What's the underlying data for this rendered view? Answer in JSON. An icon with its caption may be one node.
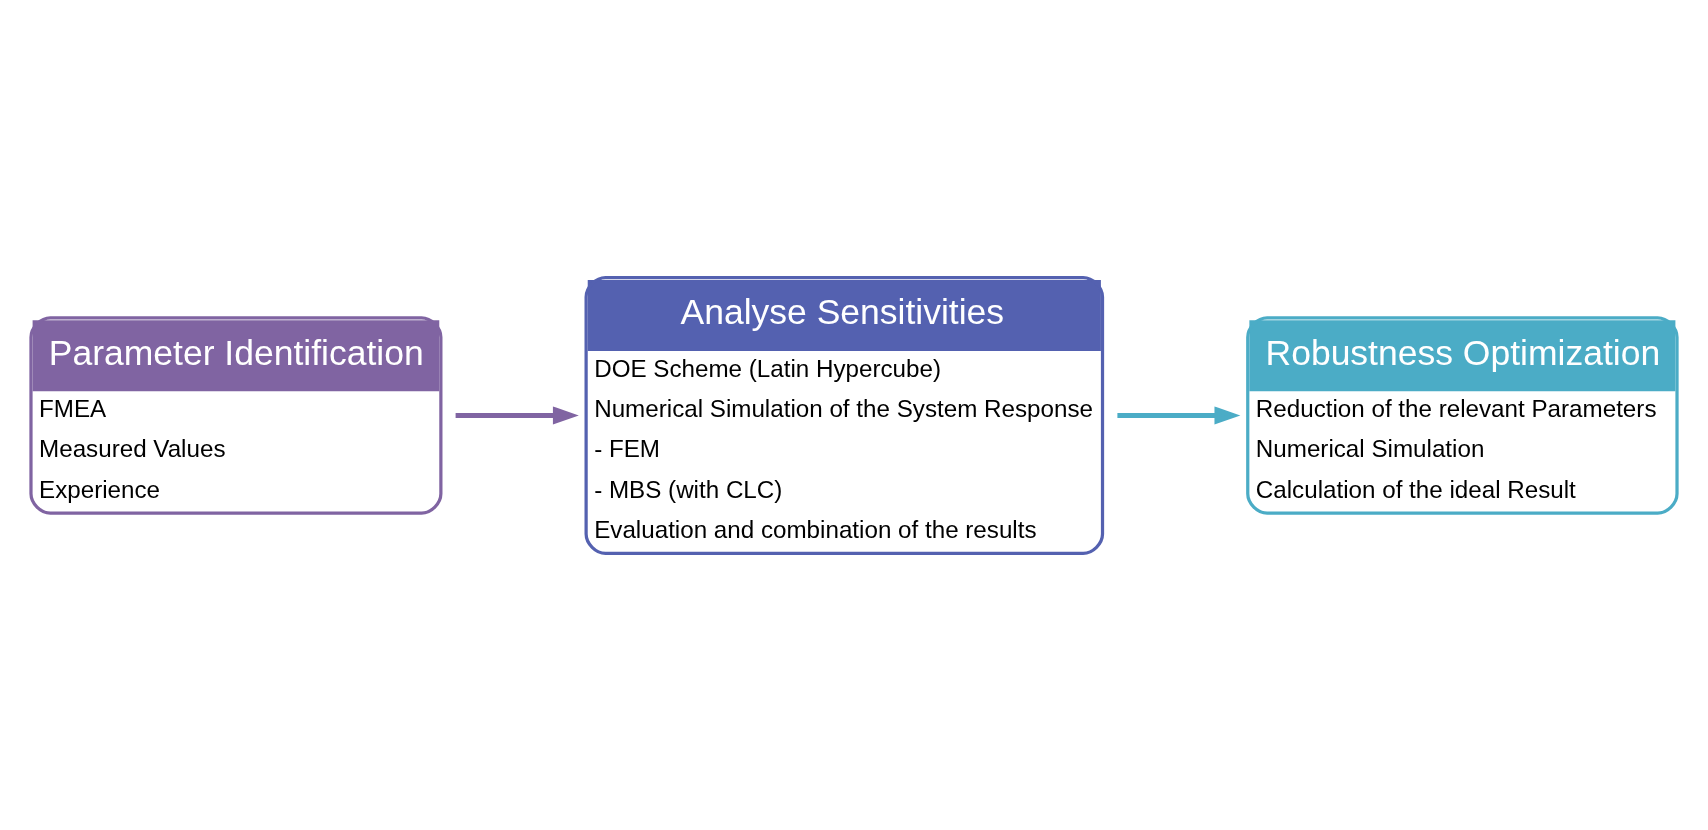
{
  "diagram": {
    "nodes": [
      {
        "text": [
          "Parameter Identification",
          "FMEA",
          "Measured Values",
          "Experience"
        ]
      },
      {
        "text": [
          "Analyse Sensitivities",
          "DOE Scheme (Latin Hypercube)",
          "Numerical Simulation of the System Response",
          "- FEM",
          "- MBS (with CLC)",
          "Evaluation and combination of the results"
        ]
      },
      {
        "text": [
          "Robustness Optimization",
          "Reduction of the relevant Parameters",
          "Numerical Simulation",
          "Calculation of the ideal Result"
        ]
      }
    ],
    "edges": [
      {
        "from": 0,
        "to": 1,
        "arrow": "to",
        "color": "#8064a2"
      },
      {
        "from": 1,
        "to": 2,
        "arrow": "to",
        "color": "#4bacc6"
      }
    ]
  }
}
